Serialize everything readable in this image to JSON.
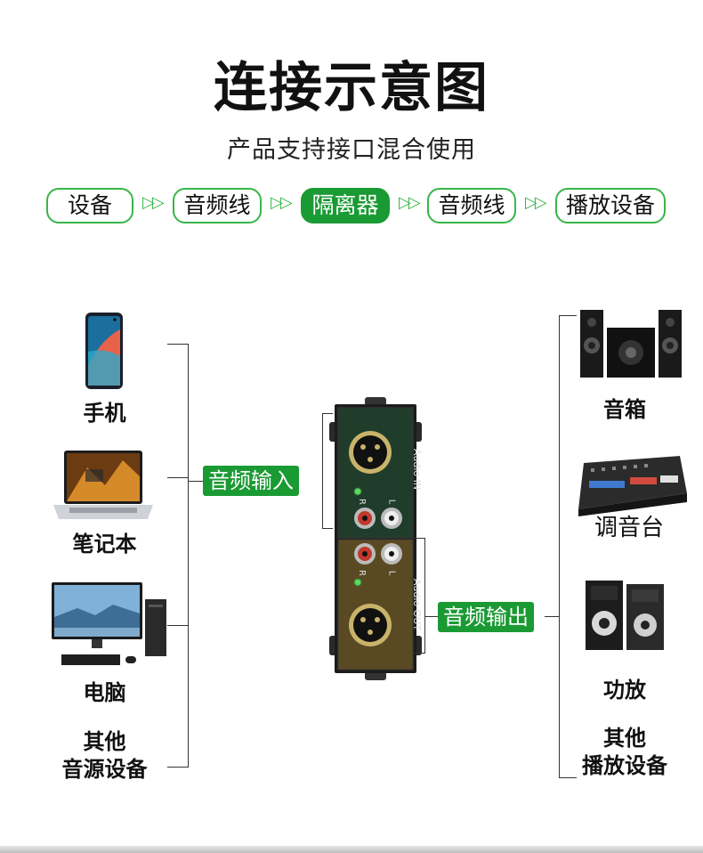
{
  "header": {
    "title": "连接示意图",
    "subtitle": "产品支持接口混合使用"
  },
  "flow": {
    "steps": [
      "设备",
      "音频线",
      "隔离器",
      "音频线",
      "播放设备"
    ],
    "arrow": "▷▷"
  },
  "sources": {
    "items": [
      "手机",
      "笔记本",
      "电脑"
    ],
    "other_line1": "其他",
    "other_line2": "音源设备"
  },
  "outputs": {
    "items": [
      "音箱",
      "调音台",
      "功放"
    ],
    "other_line1": "其他",
    "other_line2": "播放设备"
  },
  "tags": {
    "input": "音频输入",
    "output": "音频输出"
  },
  "isolator": {
    "in_label": "Audio IN",
    "out_label": "Audio OUT",
    "left": "L",
    "right": "R"
  },
  "colors": {
    "accent": "#1a9a33",
    "accent_light": "#39b54a",
    "device_top": "#1f3d2a",
    "device_bottom": "#5a4a24"
  }
}
